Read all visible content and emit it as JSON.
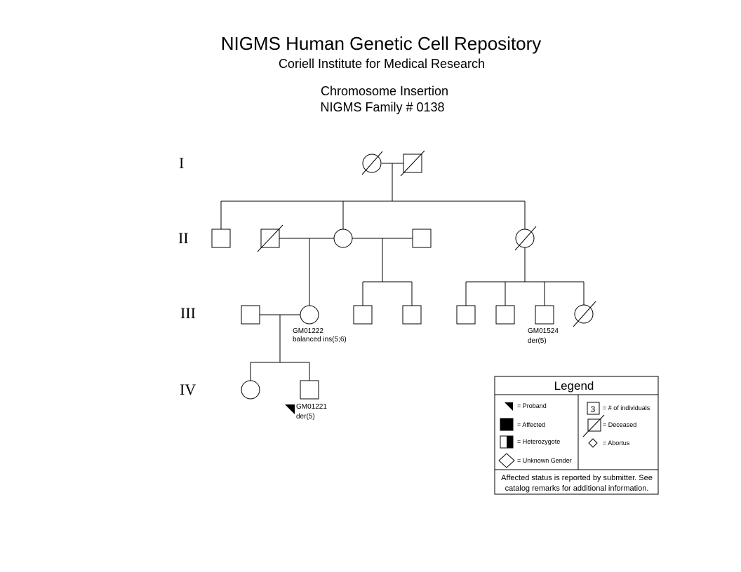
{
  "header": {
    "title": "NIGMS Human Genetic Cell Repository",
    "institute": "Coriell Institute for Medical Research",
    "condition": "Chromosome Insertion",
    "family": "NIGMS Family # 0138"
  },
  "generations": [
    "I",
    "II",
    "III",
    "IV"
  ],
  "labels": {
    "gm01222_id": "GM01222",
    "gm01222_desc": "balanced ins(5;6)",
    "gm01524_id": "GM01524",
    "gm01524_desc": "der(5)",
    "gm01221_id": "GM01221",
    "gm01221_desc": "der(5)"
  },
  "legend": {
    "title": "Legend",
    "proband": "= Proband",
    "affected": "= Affected",
    "heterozygote": "= Heterozygote",
    "unknown_gender": "= Unknown Gender",
    "count_number": "3",
    "count": "= # of individuals",
    "deceased": "= Deceased",
    "abortus": "= Abortus",
    "note_line1": "Affected status is reported by submitter.  See",
    "note_line2": "catalog remarks for additional information."
  }
}
